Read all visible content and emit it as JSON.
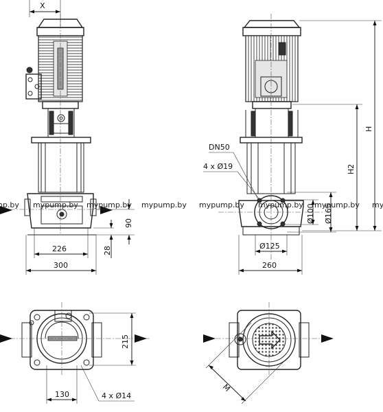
{
  "dimensions": {
    "x": "X",
    "base_226": "226",
    "base_300": "300",
    "h_28": "28",
    "h_90": "90",
    "dn": "DN50",
    "bolts_top": "4 x Ø19",
    "h2": "H2",
    "h": "H",
    "d100": "Ø100",
    "d165": "Ø165",
    "d125": "Ø125",
    "w260": "260",
    "w215": "215",
    "w130": "130",
    "bolts_bottom": "4 x Ø14",
    "m": "M"
  },
  "watermarks": [
    "mypump.by",
    "mypump.by",
    "mypump.by",
    "mypump.by",
    "mypump.by",
    "mypump.by",
    "mypump.by"
  ],
  "colors": {
    "line": "#222222",
    "background": "#ffffff",
    "motor_shade": "#9a9a9a"
  }
}
